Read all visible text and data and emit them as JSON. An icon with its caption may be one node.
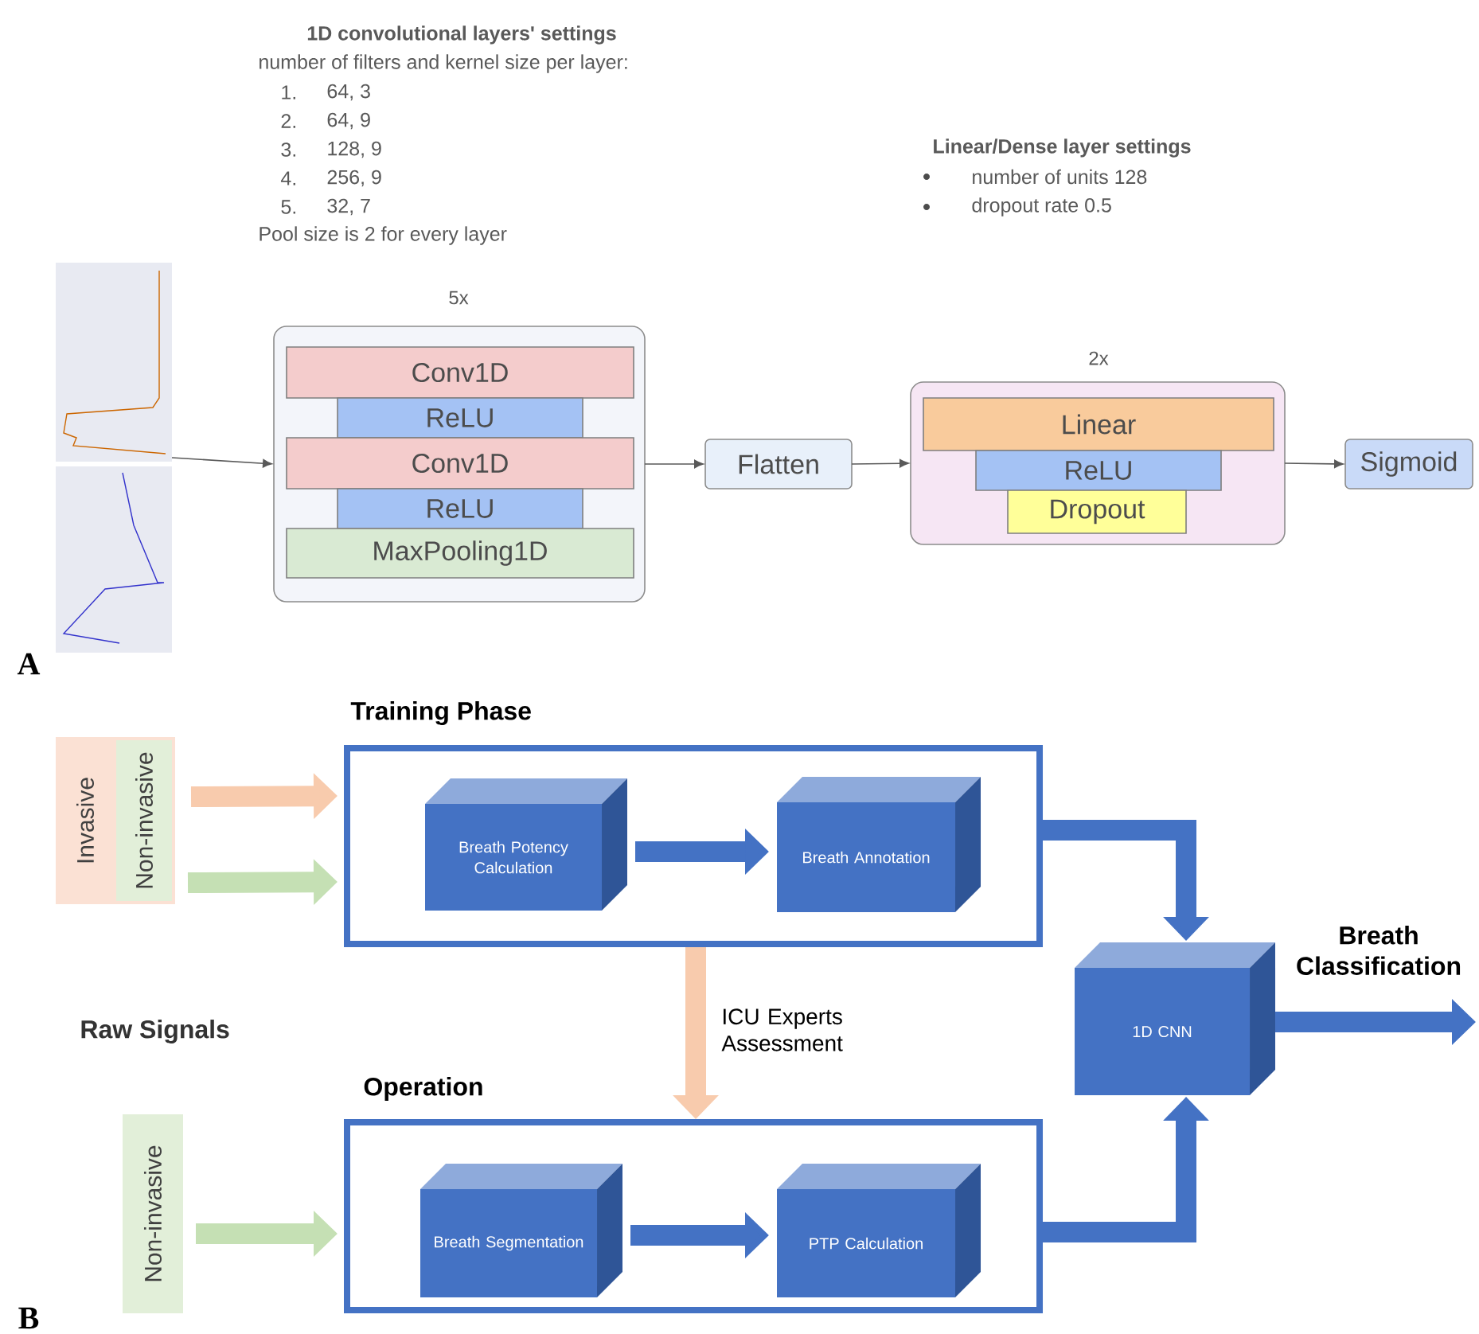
{
  "diagram": {
    "nodes": [
      {
        "text": [],
        "shape": "picture"
      },
      {
        "text": [
          "5x"
        ]
      },
      {
        "text": [
          "Conv1D"
        ],
        "in": 1
      },
      {
        "text": [
          "ReLU"
        ],
        "in": 1
      },
      {
        "text": [
          "Conv1D"
        ],
        "in": 1
      },
      {
        "text": [
          "ReLU"
        ],
        "in": 1
      },
      {
        "text": [
          "MaxPooling1D"
        ],
        "in": 1
      },
      {
        "text": [
          "Flatten"
        ]
      },
      {
        "text": [
          "2x"
        ]
      },
      {
        "text": [
          "Linear"
        ],
        "in": 8
      },
      {
        "text": [
          "ReLU"
        ],
        "in": 8
      },
      {
        "text": [
          "Dropout"
        ],
        "in": 8
      },
      {
        "text": [
          "Sigmoid"
        ]
      },
      {
        "text": [
          "Invasive"
        ]
      },
      {
        "text": [
          "Non-invasive"
        ],
        "in": 13
      },
      {
        "text": [
          "Training Phase"
        ]
      },
      {
        "text": [
          "Breath Potency Calculation"
        ],
        "in": 15
      },
      {
        "text": [
          "Breath Annotation"
        ],
        "in": 15
      },
      {
        "text": [
          "Non-invasive"
        ]
      },
      {
        "text": [
          "Operation"
        ]
      },
      {
        "text": [
          "Breath Segmentation"
        ],
        "in": 19
      },
      {
        "text": [
          "PTP Calculation"
        ],
        "in": 19
      },
      {
        "text": [
          "1D CNN"
        ]
      }
    ],
    "edges": [
      {
        "from": 0,
        "to": 1,
        "arrow": "to",
        "color": "#595959"
      },
      {
        "from": 1,
        "to": 7,
        "arrow": "to",
        "color": "#595959"
      },
      {
        "from": 7,
        "to": 8,
        "arrow": "to",
        "color": "#595959"
      },
      {
        "from": 8,
        "to": 12,
        "arrow": "to",
        "color": "#595959"
      },
      {
        "from": 13,
        "to": 15,
        "arrow": "to",
        "color": "#f8cbad"
      },
      {
        "from": 14,
        "to": 15,
        "arrow": "to",
        "color": "#c5e0b4"
      },
      {
        "from": 16,
        "to": 17,
        "arrow": "to",
        "color": "#4472c4"
      },
      {
        "from": 15,
        "to": 22,
        "arrow": "to",
        "color": "#4472c4"
      },
      {
        "from": 15,
        "to": 19,
        "arrow": "to",
        "color": "#f8cbad",
        "label": "ICU Experts Assessment"
      },
      {
        "from": 18,
        "to": 19,
        "arrow": "to",
        "color": "#c5e0b4"
      },
      {
        "from": 20,
        "to": 21,
        "arrow": "to",
        "color": "#4472c4"
      },
      {
        "from": 19,
        "to": 22,
        "arrow": "to",
        "color": "#4472c4"
      },
      {
        "from": 22,
        "to": null,
        "arrow": "to",
        "color": "#4472c4",
        "label": "Breath Classification"
      }
    ],
    "labels": [
      "1D convolutional layers' settings",
      "number of filters and kernel size per layer:",
      "1.",
      "64, 3",
      "2.",
      "64, 9",
      "3.",
      "128, 9",
      "4.",
      "256, 9",
      "5.",
      "32, 7",
      "Pool size is 2 for every layer",
      "Linear/Dense layer settings",
      "number of units 128",
      "dropout rate 0.5",
      "A",
      "Raw Signals",
      "B"
    ]
  }
}
